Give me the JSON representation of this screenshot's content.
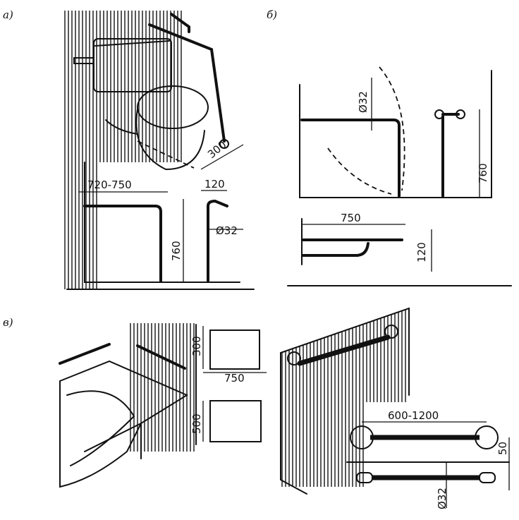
{
  "panels": {
    "a": {
      "label": "а)",
      "dims": {
        "width": "720-750",
        "offset": "120",
        "height": "760",
        "diameter": "Ø32",
        "distance": "300"
      }
    },
    "b": {
      "label": "б)",
      "dims": {
        "diameter": "Ø32",
        "height": "760",
        "length": "750",
        "offset": "120"
      }
    },
    "c": {
      "label": "в)",
      "dims": {
        "top_height": "300",
        "width": "750",
        "seat_height": "500",
        "bar_length": "600-1200",
        "wall_gap": "50",
        "diameter": "Ø32"
      }
    }
  }
}
